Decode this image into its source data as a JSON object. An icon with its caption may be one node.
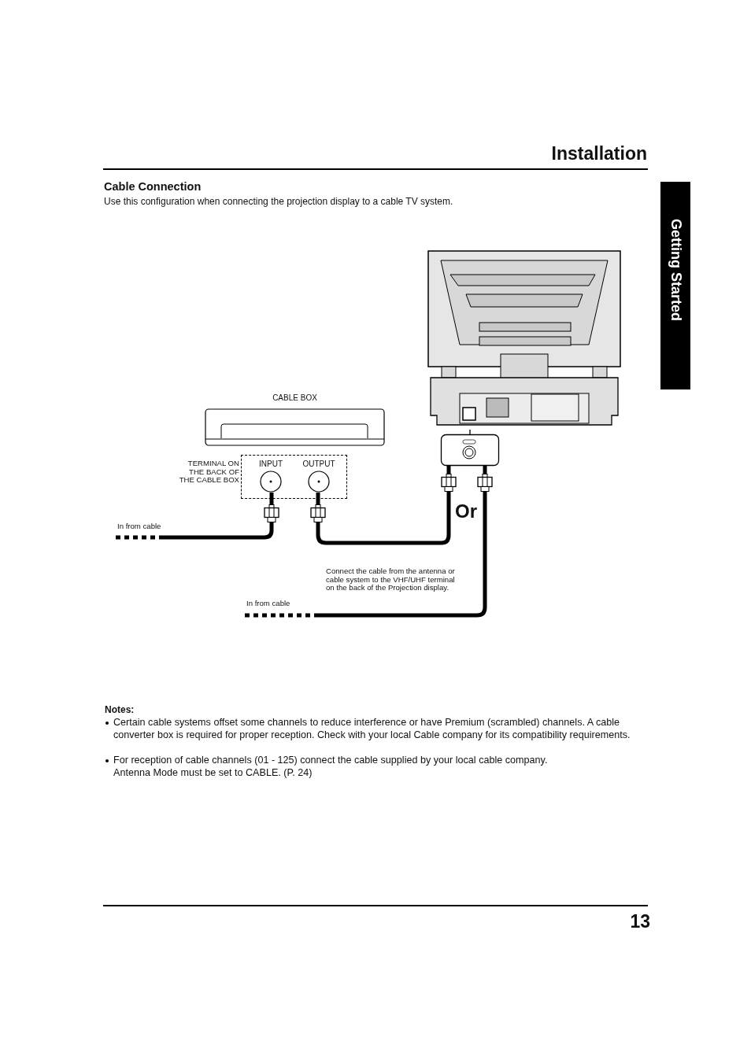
{
  "diagram": {
    "title": "Installation",
    "nodes": [
      {
        "text": [
          "CABLE BOX"
        ]
      },
      {
        "text": [
          "TERMINAL ON THE BACK OF THE CABLE BOX"
        ]
      },
      {
        "text": [
          "INPUT"
        ],
        "in": 1
      },
      {
        "text": [
          "OUTPUT"
        ],
        "in": 1
      },
      {
        "text": [],
        "shape": "picture"
      },
      {
        "text": [],
        "shape": "box"
      },
      {
        "text": [
          "In from cable"
        ]
      },
      {
        "text": [
          "In from cable"
        ]
      }
    ],
    "edges": [
      {
        "from": 6,
        "to": 2,
        "arrow": "none",
        "style": "dashed"
      },
      {
        "from": 3,
        "to": 5,
        "arrow": "none"
      },
      {
        "from": 7,
        "to": 5,
        "arrow": "none",
        "style": "dashed"
      },
      {
        "from": 5,
        "to": 4,
        "arrow": "none"
      }
    ],
    "labels": [
      "Getting Started",
      "Cable Connection",
      "Use this configuration when connecting the projection display to a cable TV system.",
      "Or",
      "Connect the cable from the antenna or cable system to the VHF/UHF terminal on the back of the Projection display.",
      "Notes:",
      "Certain cable systems offset some channels to reduce interference or have Premium (scrambled) channels. A cable converter box is required for proper reception. Check with your local Cable company for its compatibility requirements.",
      "For reception of cable channels (01 - 125) connect the cable supplied by your local cable company. Antenna Mode must be set to CABLE. (P. 24)",
      "13"
    ]
  }
}
